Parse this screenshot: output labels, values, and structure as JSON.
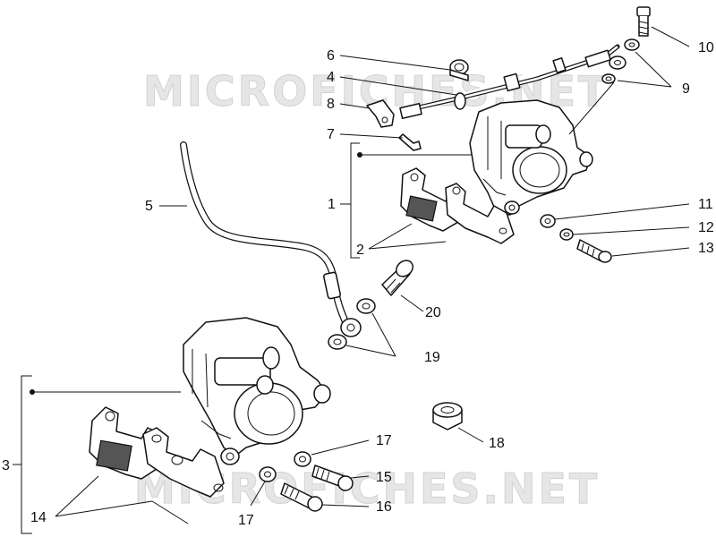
{
  "watermark": {
    "top": "MICROFICHES.NET",
    "bottom": "MICROFICHES.NET"
  },
  "callouts": {
    "n1": "1",
    "n2": "2",
    "n3": "3",
    "n4": "4",
    "n5": "5",
    "n6": "6",
    "n7": "7",
    "n8": "8",
    "n9": "9",
    "n10": "10",
    "n11": "11",
    "n12": "12",
    "n13": "13",
    "n14": "14",
    "n15": "15",
    "n16": "16",
    "n17a": "17",
    "n17b": "17",
    "n18": "18",
    "n19": "19",
    "n20": "20"
  }
}
